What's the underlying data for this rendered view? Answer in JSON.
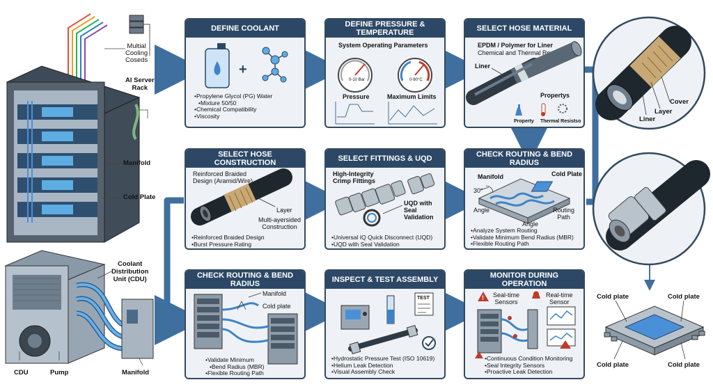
{
  "left": {
    "multi_cooling": [
      "Multial",
      "Cooling",
      "Coseds"
    ],
    "rack_label": [
      "AI Server",
      "Rack"
    ],
    "manifold": "Manifold",
    "cold_plate": "Cold Plate",
    "cdu_title": [
      "Coolant",
      "Distribution",
      "Unit (CDU)"
    ],
    "cdu": "CDU",
    "pump": "Pump",
    "manifold_bottom": "Manifold"
  },
  "p1": {
    "title": "DEFINE COOLANT",
    "bullets": [
      "Propylene Glycol (PG) Water",
      "Mixture 50/50",
      "Chemical Compatibility",
      "Viscosity"
    ]
  },
  "p2": {
    "title": [
      "DEFINE PRESSURE &",
      "TEMPERATURE"
    ],
    "subtitle": "System Operating Parameters",
    "gauge1": "0-10 Bar",
    "gauge2": "0-80°C",
    "pressure": "Pressure",
    "limits": "Maximum Limits"
  },
  "p3": {
    "title": "SELECT HOSE MATERIAL",
    "line1": "EPDM / Polymer for Liner",
    "line2": "Chemical and Thermal Resistance",
    "liner": "Liner",
    "propertys": "Propertys",
    "property": "Property",
    "thermal": "Thermal Resistso"
  },
  "p4": {
    "title": "SELECT HOSE CONSTRUCTION",
    "line1": "Reinforced Braided",
    "line2": "Design (Aramid/Wire)",
    "layer": "Layer",
    "multi": [
      "Multi-ayersided",
      "Construction"
    ],
    "bullets": [
      "Reinforced Braided Design",
      "Burst Pressure Rating"
    ]
  },
  "p5": {
    "title": "SELECT FITTINGS & UQD",
    "line": [
      "High-Integrity",
      "Crimp Fittings"
    ],
    "uqd": [
      "UQD with",
      "Seal",
      "Validation"
    ],
    "bullets": [
      "Universal IQ Quick Disconnect (UQD)",
      "UQD with Seal Validation"
    ]
  },
  "p6": {
    "title": "CHECK ROUTING & BEND RADIUS",
    "manifold": "Manifold",
    "cold_plate": "Cold Plate",
    "deg": "30°",
    "angle1": "Angle",
    "angle2": "Angle",
    "routing": [
      "Routing",
      "Path"
    ],
    "bullets": [
      "Analyze System Routing",
      "Validate Minimum Bend Radius (MBR)",
      "Flexible Routing Path"
    ]
  },
  "p7": {
    "title": "CHECK ROUTING & BEND RADIUS",
    "manifold": "Manifold",
    "cold_plate": "Cold plate",
    "bullets": [
      "Validate Minimum",
      "Bend Radius (MBR)",
      "Flexible Routing Path"
    ]
  },
  "p8": {
    "title": "INSPECT & TEST ASSEMBLY",
    "test": "TEST",
    "bullets": [
      "Hydrostatic Pressure Test (ISO 10619)",
      "Helium Leak Detection",
      "Visual Assembly Check"
    ]
  },
  "p9": {
    "title": "MONITOR DURING OPERATION",
    "seal": [
      "Seal-time",
      "Sensors"
    ],
    "real": [
      "Real-time",
      "Sensor"
    ],
    "bullets": [
      "Continuous Condition Monitoring",
      "Seal Integrity Sensors",
      "Proactive Leak Detection"
    ]
  },
  "right": {
    "cover": "Cover",
    "layer": "Layer",
    "liner": "Liner",
    "cp1": "Cold plate",
    "cp2": "Cold plate",
    "cp3": "Cold plate",
    "cp4": "Cold plate"
  },
  "colors": {
    "panel_title": "#2c4866",
    "panel_bg": "#eef2f6",
    "arrow": "#3f6f9e",
    "coolant_blue": "#4a90d9"
  }
}
